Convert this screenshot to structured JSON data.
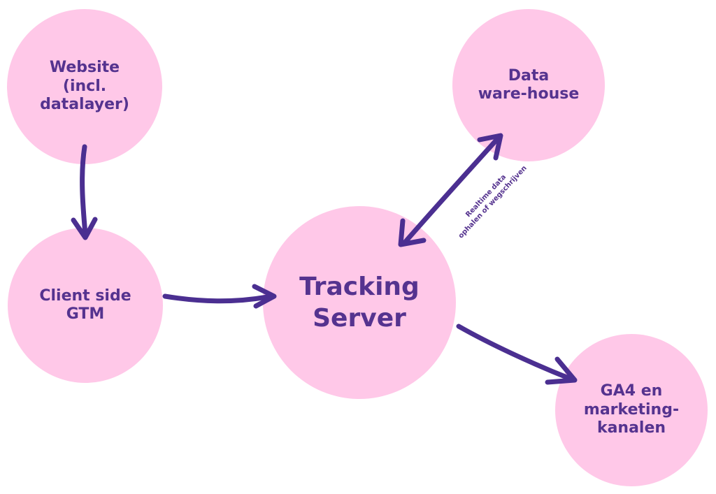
{
  "colors": {
    "node_fill": "#ffc8e8",
    "text": "#55338f",
    "arrow": "#4b2f91",
    "background": "#ffffff"
  },
  "nodes": {
    "website": "Website\n(incl.\ndatalayer)",
    "client_gtm": "Client side\nGTM",
    "tracking_server": "Tracking\nServer",
    "data_warehouse": "Data\nware-house",
    "ga4": "GA4 en\nmarketing-\nkanalen"
  },
  "edges": {
    "warehouse_label_line1": "Realtime data",
    "warehouse_label_line2": "ophalen of wegschrijven"
  }
}
